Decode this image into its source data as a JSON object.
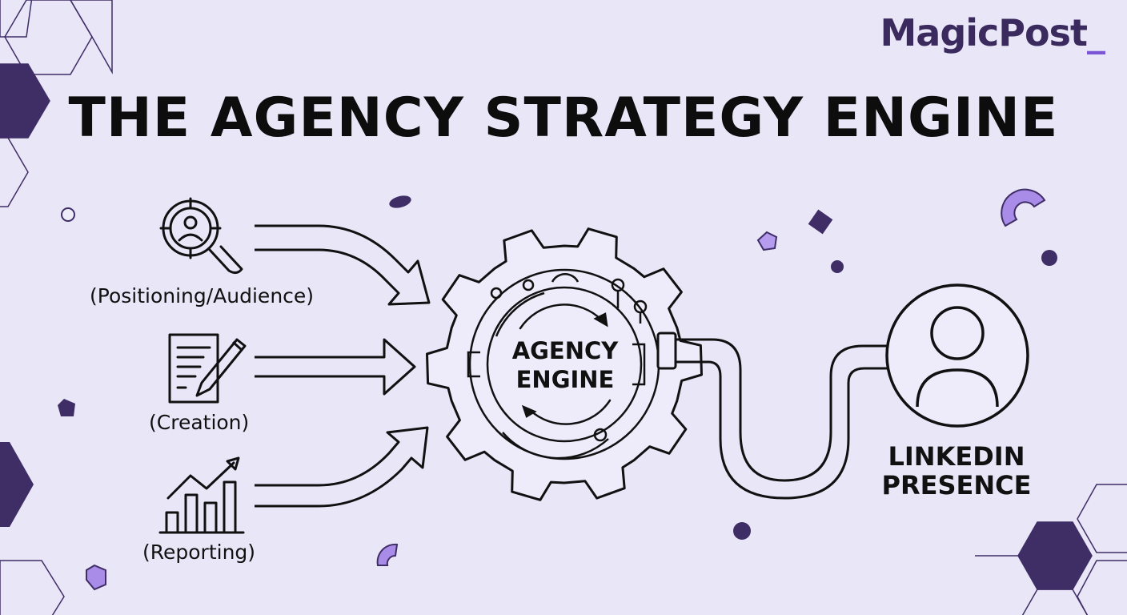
{
  "brand": {
    "name": "MagicPost",
    "cursor": "_"
  },
  "title": "THE AGENCY STRATEGY ENGINE",
  "inputs": [
    {
      "icon": "magnifier-person-icon",
      "caption": "(Positioning/Audience)"
    },
    {
      "icon": "document-pen-icon",
      "caption": "(Creation)"
    },
    {
      "icon": "growth-chart-icon",
      "caption": "(Reporting)"
    }
  ],
  "engine": {
    "line1": "AGENCY",
    "line2": "ENGINE"
  },
  "output": {
    "icon": "user-profile-icon",
    "line1": "LINKEDIN",
    "line2": "PRESENCE"
  },
  "colors": {
    "background": "#e9e6f8",
    "brand": "#3b2a5e",
    "accent": "#7a55d6",
    "hexagon_dark": "#3f2d66",
    "confetti_light": "#a98be8",
    "ink": "#111111"
  }
}
